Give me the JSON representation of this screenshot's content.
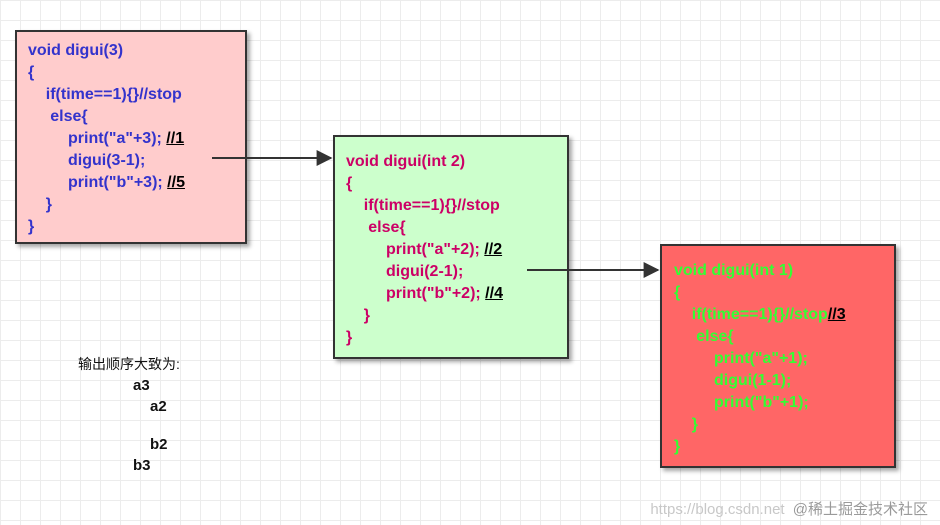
{
  "boxes": [
    {
      "lines": [
        "void digui(3)",
        "{",
        "    if(time==1){}//stop",
        "     else{",
        "         print(\"a\"+3); ",
        "         digui(3-1);",
        "         print(\"b\"+3); ",
        "    }",
        "}"
      ],
      "notes": {
        "4": "//1",
        "6": "//5"
      },
      "fill": "#ffcccc",
      "text_color": "#3333cc"
    },
    {
      "lines": [
        "void digui(int 2)",
        "{",
        "    if(time==1){}//stop",
        "     else{",
        "         print(\"a\"+2); ",
        "         digui(2-1);",
        "         print(\"b\"+2); ",
        "    }",
        "}"
      ],
      "notes": {
        "4": "//2",
        "6": "//4"
      },
      "fill": "#ccffcc",
      "text_color": "#cc0066"
    },
    {
      "lines": [
        "void digui(int 1)",
        "{",
        "    if(time==1){}//stop",
        "     else{",
        "         print(\"a\"+1);",
        "         digui(1-1);",
        "         print(\"b\"+1);",
        "    }",
        "}"
      ],
      "notes": {
        "2": "//3"
      },
      "fill": "#ff6666",
      "text_color": "#33ff33"
    }
  ],
  "output": {
    "title": "输出顺序大致为:",
    "items": [
      "a3",
      "a2",
      "b2",
      "b3"
    ]
  },
  "watermark": {
    "url_text": "https://blog.csdn.net",
    "brand": "@稀土掘金技术社区"
  }
}
